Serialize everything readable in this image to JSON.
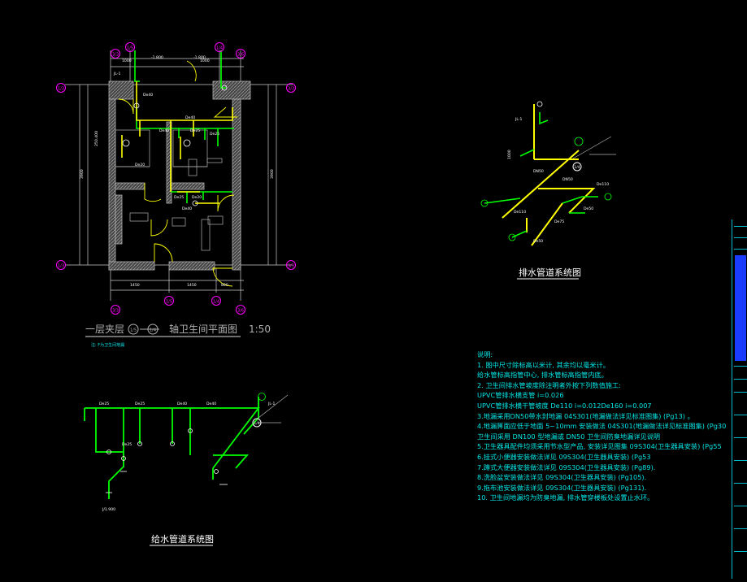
{
  "plan": {
    "title_prefix": "一层夹层",
    "axis_a": "1/5",
    "axis_b": "1/4",
    "title_suffix": "轴卫生间平面图",
    "scale": "1:50",
    "note": "注: F为卫生间地漏",
    "top_axes": [
      "3/3",
      "1/5",
      "1/4",
      "3/6"
    ],
    "bottom_axes": [
      "3/3",
      "1/5",
      "1/4",
      "3/6"
    ],
    "left_axes": [
      "1/3",
      "1/3"
    ],
    "right_axes": [
      "3/3",
      "3/3"
    ],
    "dims": {
      "top": [
        "1000",
        "1000"
      ],
      "left": [
        "250.400"
      ],
      "side": [
        "3900",
        "3900"
      ],
      "mid": [
        "1450",
        "1450",
        "800"
      ],
      "levels": [
        "-1.800",
        "-1.800"
      ]
    },
    "pipe_labels": [
      "De40",
      "De40",
      "De25",
      "De25",
      "De25",
      "De20",
      "De40",
      "De20",
      "De40"
    ],
    "tag": "JL-1"
  },
  "drainage": {
    "title": "排水管道系统图",
    "labels": [
      "JL-1",
      "1000",
      "DN50",
      "DN50",
      "De110",
      "De110",
      "De75",
      "De50",
      "De50"
    ],
    "axis": "1/4"
  },
  "water_supply": {
    "title": "给水管道系统图",
    "labels": [
      "De25",
      "De25",
      "De40",
      "De40",
      "JL-1",
      "De25"
    ],
    "bottom_label": "J/1.900",
    "axis": "1/4"
  },
  "notes": {
    "heading": "说明:",
    "lines": [
      "1. 图中尺寸除标高以米计, 其余均以毫米计。",
      "   给水管标高指管中心, 排水管标高指管内底。",
      "2. 卫生间排水管坡度除注明者外按下列数值施工:",
      "   UPVC管排水横支管 i=0.026",
      "   UPVC管排水横干管坡度 De110 i=0.012De160 i=0.007",
      "3.地漏采用DN50带水封地漏 04S301(地漏做法详见标准图集) (Pg13) 。",
      "4.地漏箅面应低于地面 5~10mm 安装做法 04S301(地漏做法详见标准图集) (Pg30",
      "   卫生间采用 DN100 型地漏或 DN50 卫生间防臭地漏详见说明",
      "5.卫生器具配件均须采用节水型产品, 安装详见图集 09S304(卫生器具安装) (Pg55",
      "6.挂式小便器安装做法详见 09S304(卫生器具安装) (Pg53",
      "7.蹲式大便器安装做法详见 09S304(卫生器具安装) (Pg89).",
      "8.洗脸盆安装做法详见 09S304(卫生器具安装) (Pg105).",
      "9.拖布池安装做法详见 09S304(卫生器具安装) (Pg131).",
      "10. 卫生间地漏均为防臭地漏, 排水管穿楼板处设置止水环。"
    ]
  },
  "colors": {
    "background": "#000000",
    "wall": "#b0b0b0",
    "pipe_green": "#00ff00",
    "pipe_yellow": "#ffff00",
    "axis_magenta": "#ff00ff",
    "text_white": "#ffffff",
    "text_cyan": "#00e6e6",
    "title_block_blue": "#1a3cff"
  }
}
